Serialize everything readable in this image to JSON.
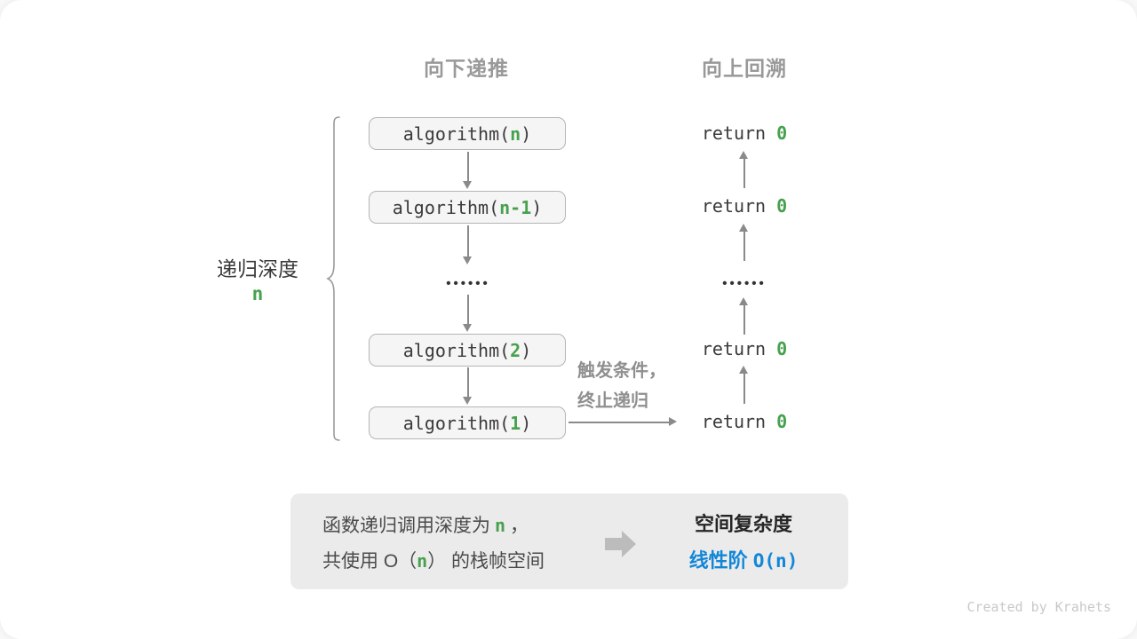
{
  "colors": {
    "green_accent": "#47a14e",
    "blue_accent": "#1287d8",
    "header_gray": "#999999",
    "box_bg": "#f5f5f5",
    "box_border": "#b5b5b5",
    "panel_bg": "#ebebeb",
    "arrow_gray": "#8a8a8a"
  },
  "headers": {
    "down": "向下递推",
    "up": "向上回溯"
  },
  "depth": {
    "label": "递归深度",
    "var": "n"
  },
  "calls": [
    {
      "prefix": "algorithm(",
      "arg": "n",
      "suffix": ")"
    },
    {
      "prefix": "algorithm(",
      "arg": "n-1",
      "suffix": ")"
    },
    {
      "prefix": "algorithm(",
      "arg": "2",
      "suffix": ")"
    },
    {
      "prefix": "algorithm(",
      "arg": "1",
      "suffix": ")"
    }
  ],
  "ellipsis": "••••••",
  "returns": [
    {
      "prefix": "return ",
      "value": "0"
    },
    {
      "prefix": "return ",
      "value": "0"
    },
    {
      "prefix": "return ",
      "value": "0"
    },
    {
      "prefix": "return ",
      "value": "0"
    }
  ],
  "trigger": {
    "line1": "触发条件，",
    "line2": "终止递归"
  },
  "summary": {
    "line1_prefix": "函数递归调用深度为",
    "line1_var": "n",
    "line1_suffix": "，",
    "line2_prefix": "共使用 O（",
    "line2_var": "n",
    "line2_suffix": "） 的栈帧空间",
    "result_title": "空间复杂度",
    "result_prefix": "线性阶 ",
    "result_value": "O(n)"
  },
  "watermark": "Created by Krahets"
}
